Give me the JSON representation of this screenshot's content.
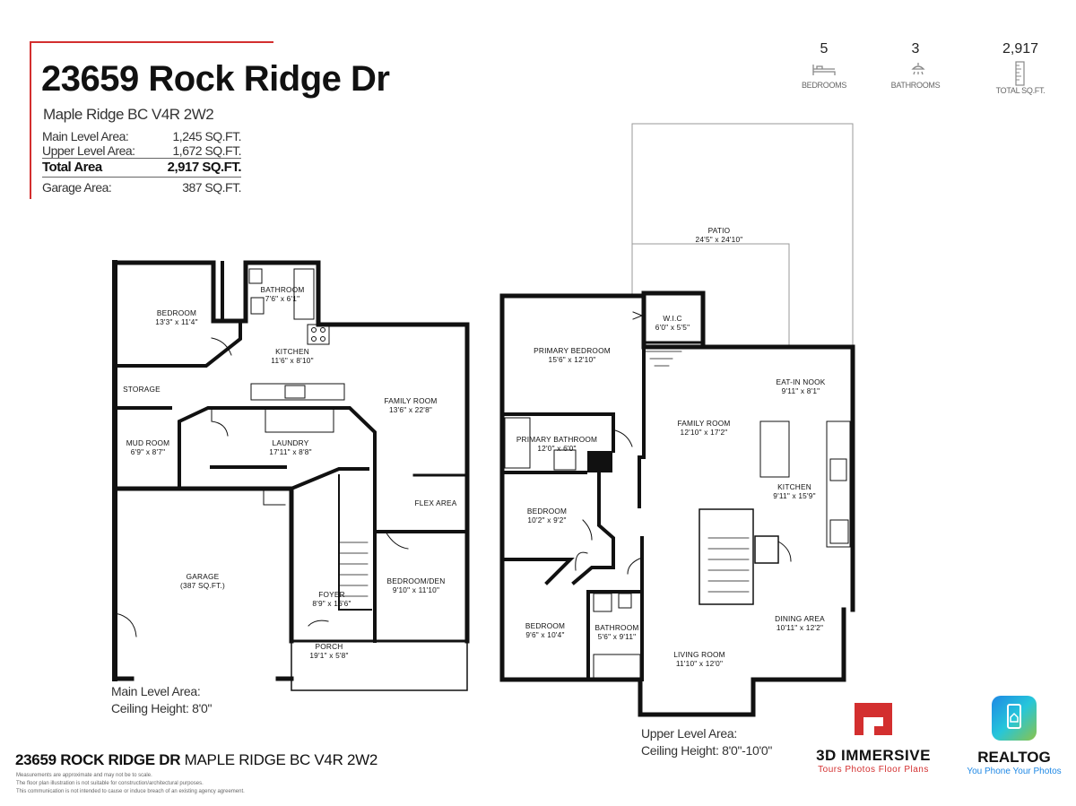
{
  "listing": {
    "address": "23659 Rock Ridge Dr",
    "city_line": "Maple Ridge BC V4R 2W2",
    "areas": [
      {
        "label": "Main Level Area:",
        "value": "1,245 SQ.FT."
      },
      {
        "label": "Upper Level Area:",
        "value": "1,672 SQ.FT."
      }
    ],
    "total": {
      "label": "Total Area",
      "value": "2,917 SQ.FT."
    },
    "garage": {
      "label": "Garage Area:",
      "value": "387 SQ.FT."
    }
  },
  "stats": [
    {
      "value": "5",
      "label": "BEDROOMS",
      "icon": "bed-icon"
    },
    {
      "value": "3",
      "label": "BATHROOMS",
      "icon": "shower-icon"
    },
    {
      "value": "2,917",
      "label": "TOTAL SQ.FT.",
      "icon": "ruler-icon"
    }
  ],
  "main_level": {
    "label": "Main Level Area:",
    "ceiling": "Ceiling Height: 8'0\"",
    "rooms": {
      "bedroom": {
        "name": "BEDROOM",
        "dims": "13'3\" x 11'4\""
      },
      "bathroom": {
        "name": "BATHROOM",
        "dims": "7'6\" x 6'1\""
      },
      "kitchen": {
        "name": "KITCHEN",
        "dims": "11'6\" x 8'10\""
      },
      "storage": {
        "name": "STORAGE"
      },
      "family_room": {
        "name": "FAMILY ROOM",
        "dims": "13'6\" x 22'8\""
      },
      "mud_room": {
        "name": "MUD ROOM",
        "dims": "6'9\" x 8'7\""
      },
      "laundry": {
        "name": "LAUNDRY",
        "dims": "17'11\" x 8'8\""
      },
      "flex_area": {
        "name": "FLEX AREA"
      },
      "garage": {
        "name": "GARAGE",
        "dims": "(387 SQ.FT.)"
      },
      "bedroom_den": {
        "name": "BEDROOM/DEN",
        "dims": "9'10\" x 11'10\""
      },
      "foyer": {
        "name": "FOYER",
        "dims": "8'9\" x 16'6\""
      },
      "porch": {
        "name": "PORCH",
        "dims": "19'1\" x 5'8\""
      }
    }
  },
  "upper_level": {
    "label": "Upper Level Area:",
    "ceiling": "Ceiling Height: 8'0\"-10'0\"",
    "rooms": {
      "patio": {
        "name": "PATIO",
        "dims": "24'5\" x 24'10\""
      },
      "wic": {
        "name": "W.I.C",
        "dims": "6'0\" x 5'5\""
      },
      "primary_bedroom": {
        "name": "PRIMARY BEDROOM",
        "dims": "15'6\" x 12'10\""
      },
      "eat_in_nook": {
        "name": "EAT-IN NOOK",
        "dims": "9'11\" x 8'1\""
      },
      "family_room": {
        "name": "FAMILY ROOM",
        "dims": "12'10\" x 17'2\""
      },
      "primary_bathroom": {
        "name": "PRIMARY BATHROOM",
        "dims": "12'0\" x 6'0\""
      },
      "kitchen": {
        "name": "KITCHEN",
        "dims": "9'11\" x 15'9\""
      },
      "bedroom_1": {
        "name": "BEDROOM",
        "dims": "10'2\" x 9'2\""
      },
      "dining_area": {
        "name": "DINING AREA",
        "dims": "10'11\" x 12'2\""
      },
      "bedroom_2": {
        "name": "BEDROOM",
        "dims": "9'6\" x 10'4\""
      },
      "bathroom": {
        "name": "BATHROOM",
        "dims": "5'6\" x 9'11\""
      },
      "living_room": {
        "name": "LIVING ROOM",
        "dims": "11'10\" x 12'0\""
      }
    }
  },
  "footer": {
    "address_bold": "23659 ROCK RIDGE DR",
    "address_rest": "MAPLE RIDGE BC V4R 2W2",
    "disclaimers": [
      "Measurements are approximate and may not be to scale.",
      "The floor plan illustration is not suitable for construction/architectural purposes.",
      "This communication is not intended to cause or induce breach of an existing agency agreement."
    ]
  },
  "brands": [
    {
      "name": "3D IMMERSIVE",
      "tagline": "Tours  Photos  Floor Plans",
      "color": "#d32f2f"
    },
    {
      "name": "REALTOG",
      "tagline": "You Phone Your Photos",
      "color": "#1e88e5"
    }
  ]
}
